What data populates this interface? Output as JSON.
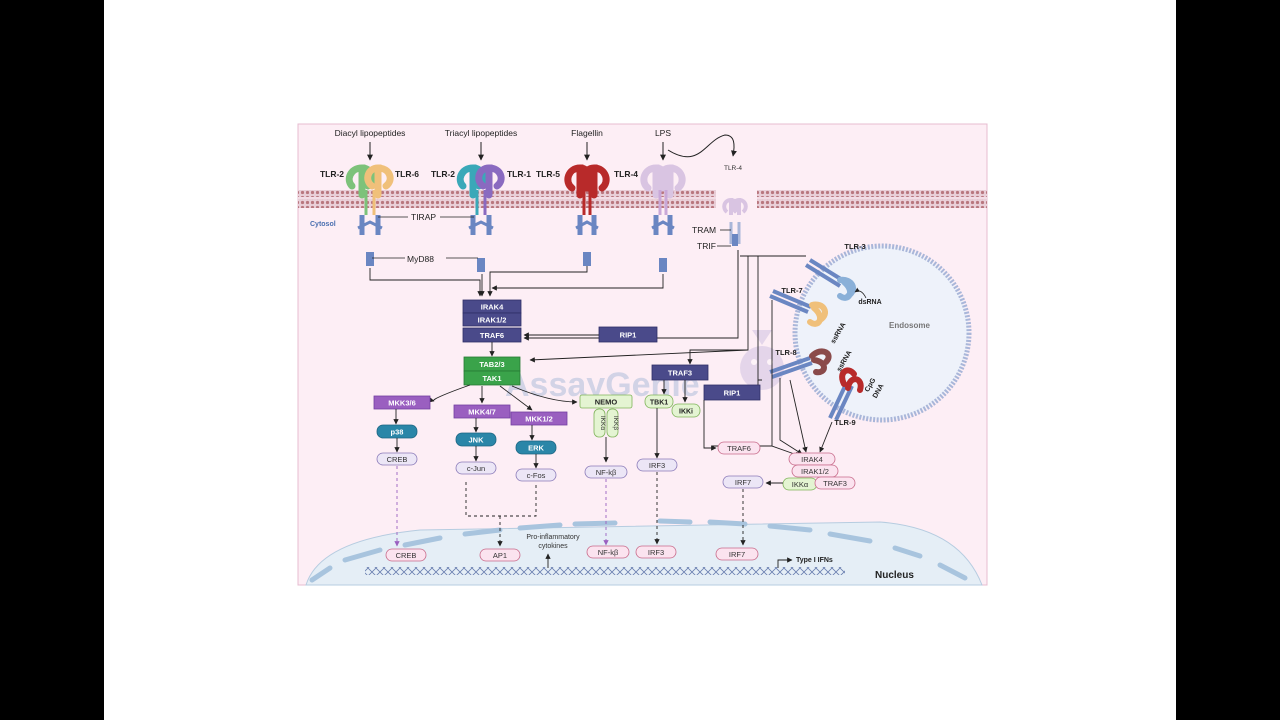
{
  "ligands": {
    "diacyl": "Diacyl lipopeptides",
    "triacyl": "Triacyl lipopeptides",
    "flagellin": "Flagellin",
    "lps": "LPS"
  },
  "receptors": {
    "tlr2a": "TLR-2",
    "tlr6": "TLR-6",
    "tlr2b": "TLR-2",
    "tlr1": "TLR-1",
    "tlr5": "TLR-5",
    "tlr4": "TLR-4",
    "tlr4_endo": "TLR-4",
    "tlr3": "TLR-3",
    "tlr7": "TLR-7",
    "tlr8": "TLR-8",
    "tlr9": "TLR-9"
  },
  "adaptors": {
    "tirap": "TIRAP",
    "myd88": "MyD88",
    "tram": "TRAM",
    "trif": "TRIF"
  },
  "compartments": {
    "cytosol": "Cytosol",
    "endosome": "Endosome",
    "nucleus": "Nucleus"
  },
  "endosome_ligands": {
    "dsrna": "dsRNA",
    "ssrna7": "ssRNA",
    "ssrna8": "ssRNA",
    "cpg_line1": "CpG",
    "cpg_line2": "DNA"
  },
  "complexes": {
    "irak4": "IRAK4",
    "irak12": "IRAK1/2",
    "traf6": "TRAF6",
    "rip1_left": "RIP1",
    "tab23": "TAB2/3",
    "tak1": "TAK1",
    "traf3": "TRAF3",
    "rip1_right": "RIP1",
    "mkk36": "MKK3/6",
    "mkk47": "MKK4/7",
    "mkk12": "MKK1/2",
    "nemo": "NEMO",
    "ikka_small": "IKKα",
    "ikkb_small": "IKKβ",
    "tbk1": "TBK1",
    "ikki": "IKKi",
    "p38": "p38",
    "jnk": "JNK",
    "erk": "ERK"
  },
  "factors": {
    "creb": "CREB",
    "cjun": "c-Jun",
    "cfos": "c-Fos",
    "nfkb": "NF-kβ",
    "irf3": "IRF3",
    "traf6_pill": "TRAF6",
    "irf7": "IRF7",
    "irak4_pill": "IRAK4",
    "irak12_pill": "IRAK1/2",
    "ikka_pill": "IKKα",
    "traf3_pill": "TRAF3"
  },
  "nuclear": {
    "creb": "CREB",
    "ap1": "AP1",
    "nfkb": "NF-kβ",
    "irf3": "IRF3",
    "irf7": "IRF7",
    "proinflam_line1": "Pro-inflammatory",
    "proinflam_line2": "cytokines",
    "type1ifn": "Type I IFNs"
  },
  "watermark": "AssayGenie",
  "colors": {
    "navy": "#4a4a8a",
    "green": "#3aa34a",
    "purple": "#9a5fc0",
    "teal": "#2a86a8",
    "pill_lavender": "#ece6f6",
    "pill_pink": "#fbe3ef",
    "pill_green": "#e4f4d2",
    "cell_bg": "#fdeef5"
  }
}
